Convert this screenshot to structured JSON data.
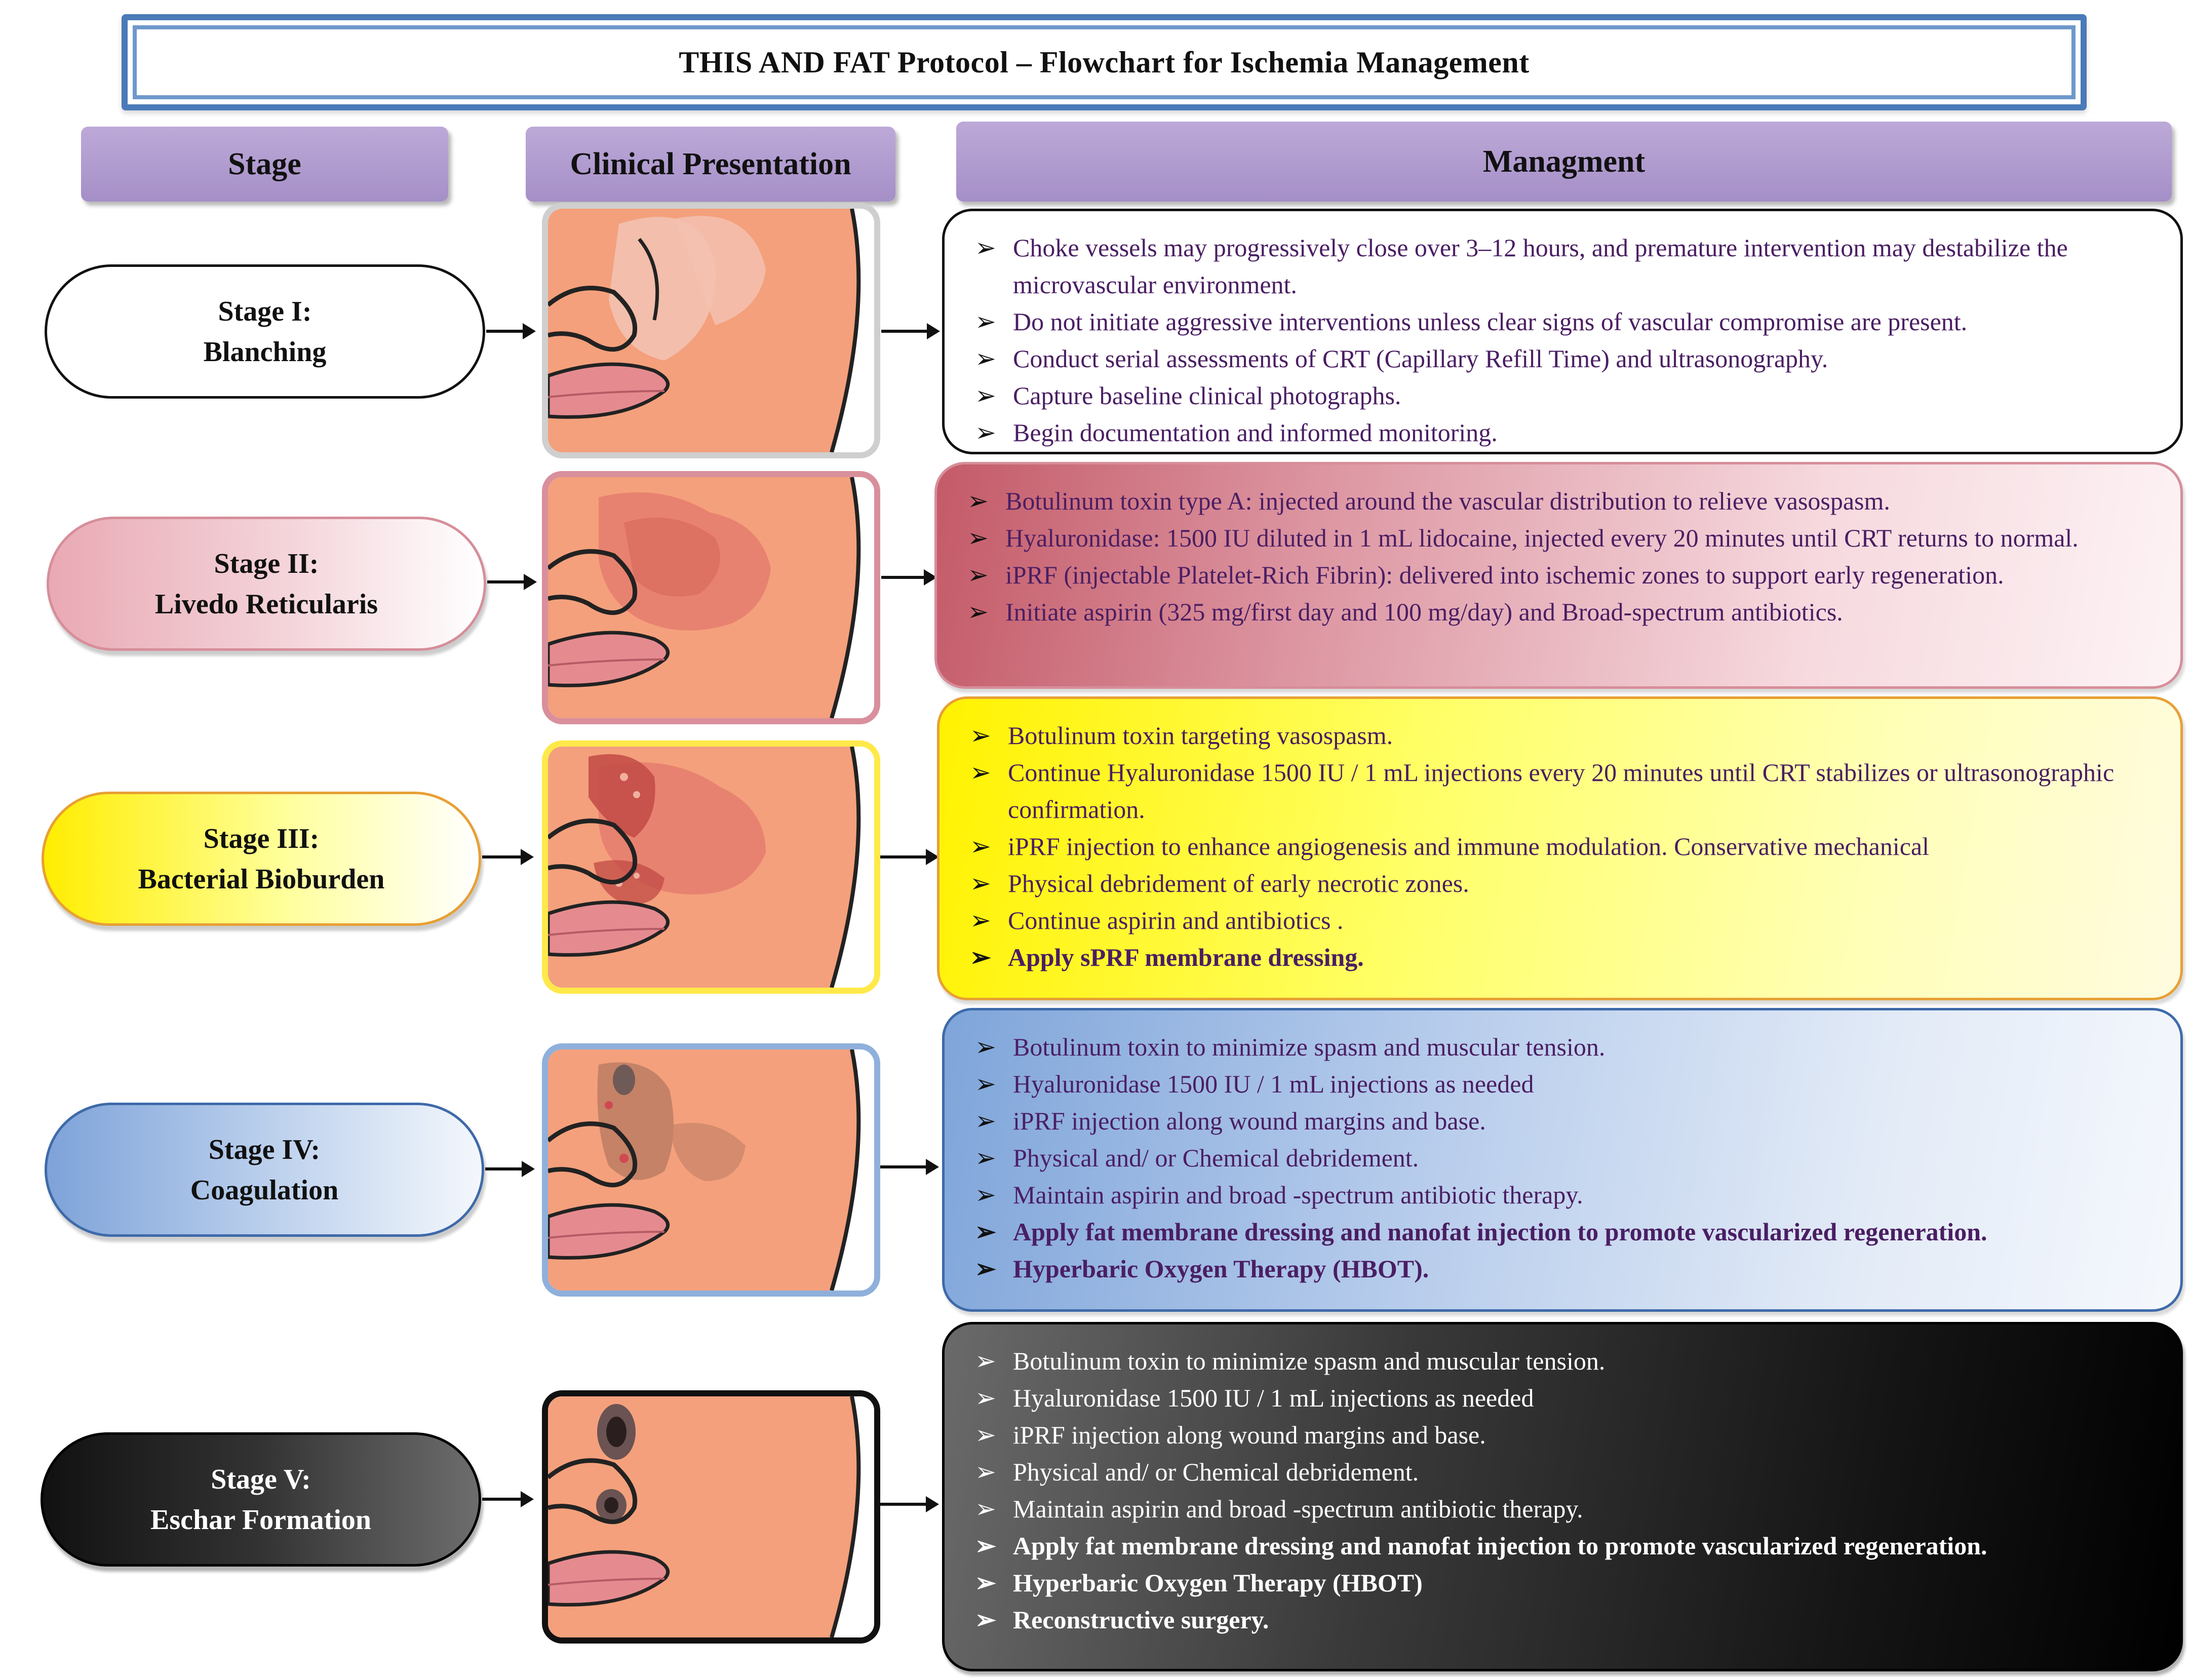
{
  "title": "THIS AND FAT Protocol  – Flowchart for Ischemia Management",
  "headers": {
    "stage": "Stage",
    "clinical": "Clinical Presentation",
    "management": "Managment"
  },
  "bullet_glyph": "➢",
  "stages": [
    {
      "line1": "Stage I:",
      "line2": "Blanching",
      "items": [
        "Choke vessels may progressively close over 3–12 hours, and premature intervention may destabilize the microvascular environment.",
        "Do not initiate aggressive interventions unless clear signs of vascular compromise are present.",
        "Conduct serial assessments of CRT (Capillary Refill Time) and ultrasonography.",
        "Capture baseline clinical photographs.",
        "Begin documentation and informed monitoring."
      ]
    },
    {
      "line1": "Stage II:",
      "line2": "Livedo Reticularis",
      "items": [
        "Botulinum toxin type A: injected around the vascular distribution to relieve vasospasm.",
        "Hyaluronidase: 1500 IU diluted in 1 mL lidocaine, injected every 20 minutes until CRT returns to normal.",
        "iPRF (injectable Platelet-Rich Fibrin): delivered into ischemic zones to support early regeneration.",
        "Initiate aspirin (325 mg/first day and 100 mg/day)  and Broad-spectrum antibiotics."
      ]
    },
    {
      "line1": "Stage III:",
      "line2": "Bacterial Bioburden",
      "items": [
        "Botulinum toxin targeting vasospasm.",
        "Continue Hyaluronidase 1500 IU / 1 mL injections every 20 minutes until CRT stabilizes or ultrasonographic confirmation.",
        "iPRF injection to enhance angiogenesis and immune modulation.  Conservative mechanical",
        "Physical debridement of early necrotic zones.",
        "Continue aspirin and antibiotics .",
        "Apply sPRF membrane dressing."
      ]
    },
    {
      "line1": "Stage IV:",
      "line2": "Coagulation",
      "items": [
        "Botulinum toxin to minimize spasm and muscular tension.",
        "Hyaluronidase 1500 IU / 1 mL injections as needed",
        "iPRF injection along wound margins and base.",
        "Physical and/ or Chemical debridement.",
        "Maintain aspirin and broad -spectrum antibiotic therapy.",
        "Apply fat membrane dressing and nanofat injection to promote vascularized regeneration.",
        "Hyperbaric Oxygen Therapy (HBOT)."
      ]
    },
    {
      "line1": "Stage V:",
      "line2": "Eschar Formation",
      "items": [
        "Botulinum toxin to minimize spasm and muscular tension.",
        "Hyaluronidase 1500 IU / 1 mL injections as needed",
        "iPRF injection along wound margins and base.",
        "Physical and/ or Chemical debridement.",
        "Maintain aspirin and broad -spectrum antibiotic therapy.",
        "Apply fat membrane dressing and nanofat injection to promote vascularized regeneration.",
        "Hyperbaric Oxygen Therapy (HBOT)",
        "Reconstructive surgery."
      ]
    }
  ],
  "colors": {
    "skin": "#f4a07c",
    "lip": "#e58b90",
    "mgmt_text": "#4a1e63",
    "header_purple": "#b09cd0",
    "title_border": "#4a7ab8"
  }
}
